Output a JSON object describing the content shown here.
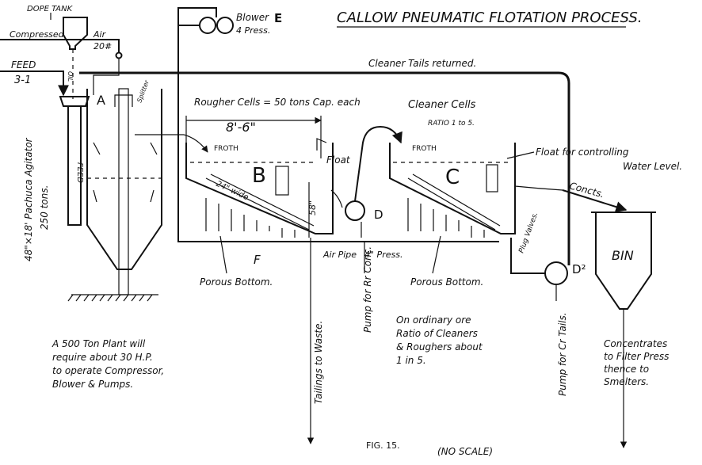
{
  "title": "CALLOW PNEUMATIC FLOTATION PROCESS.",
  "labels": {
    "dope_tank": "DOPE TANK",
    "compressed": "Compressed",
    "air": "Air",
    "air_pressure": "20#",
    "oil": "OIL",
    "feed": "FEED",
    "feed_ratio": "3-1",
    "blower": "Blower",
    "blower_letter": "E",
    "blower_press": "4 Press.",
    "cleaner_tails": "Cleaner Tails returned.",
    "agitator_letter": "A",
    "splitter": "Splitter",
    "agitator_label": "48\"×18' Pachuca Agitator",
    "agitator_capacity": "250 tons.",
    "feed_vertical": "FEED",
    "rougher_title": "Rougher Cells = 50 tons Cap. each",
    "rougher_length": "8'-6\"",
    "froth_b": "FROTH",
    "cell_b": "B",
    "float": "Float",
    "width": "24\" wide",
    "height": "58\"",
    "pump_d": "D",
    "f_letter": "F",
    "air_pipe": "Air Pipe",
    "air_pipe_press": "4\" Press.",
    "porous_left": "Porous Bottom.",
    "porous_right": "Porous Bottom.",
    "tailings": "Tailings to Waste.",
    "pump_rc": "Pump for Rr Conc.",
    "cleaner_title": "Cleaner Cells",
    "cleaner_ratio": "RATIO 1 to 5.",
    "froth_c": "FROTH",
    "cell_c": "C",
    "float_control": "Float for controlling",
    "water_level": "Water Level.",
    "plug_valves": "Plug Valves.",
    "concts": "Concts.",
    "pump_d2": "D²",
    "pump_ct": "Pump for Cr Tails.",
    "bin": "BIN",
    "concentrates": [
      "Concentrates",
      "to Filter Press",
      "thence to",
      "Smelters."
    ],
    "plant_note": [
      "A 500 Ton Plant will",
      "require about 30 H.P.",
      "to operate Compressor,",
      "Blower & Pumps."
    ],
    "ore_note": [
      "On ordinary ore",
      "Ratio of Cleaners",
      "& Roughers about",
      "1 in 5."
    ],
    "fig": "FIG. 15.",
    "no_scale": "(NO SCALE)"
  }
}
